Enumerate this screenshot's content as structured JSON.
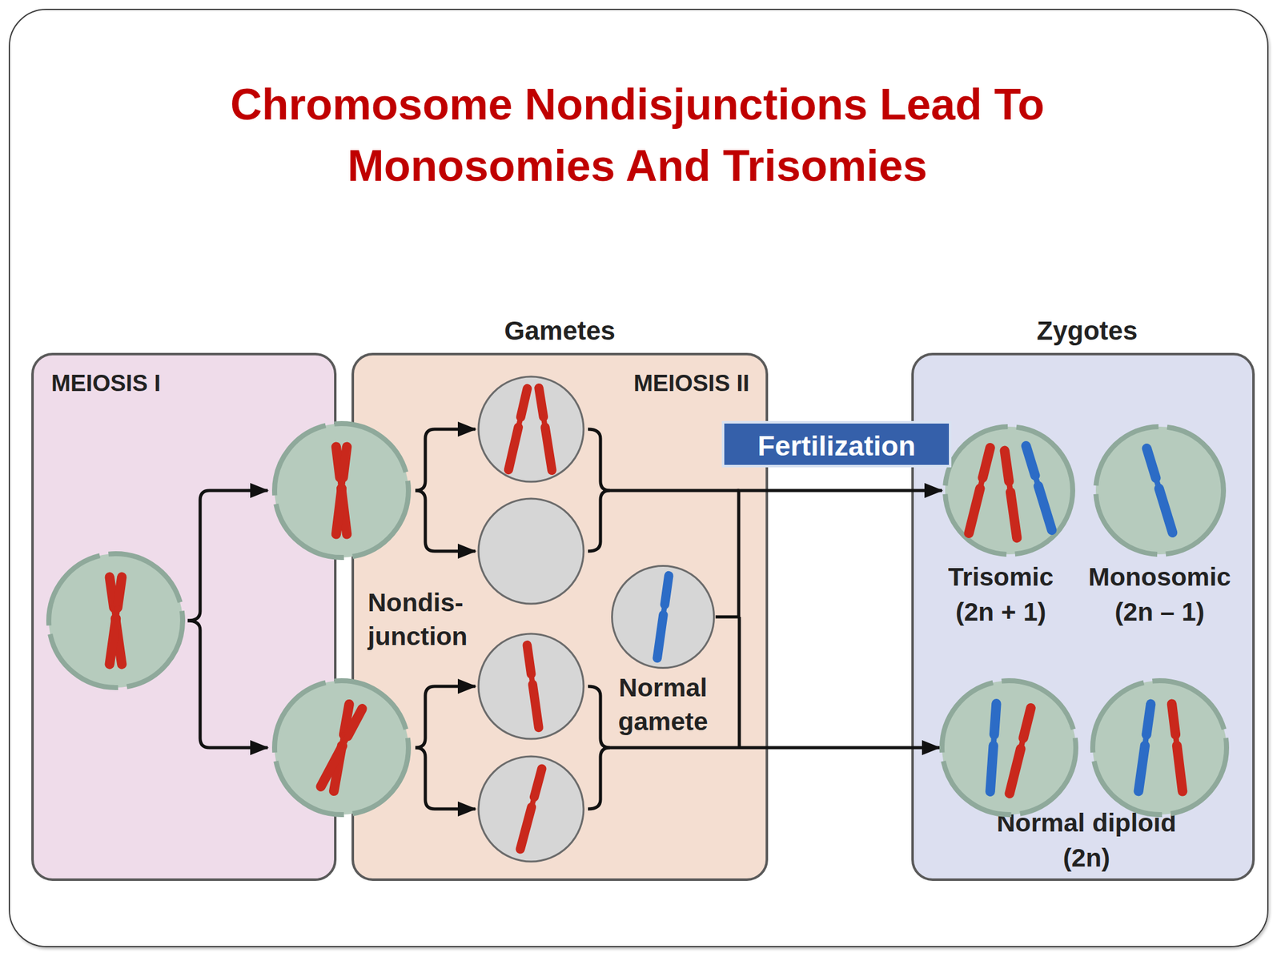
{
  "diagram": {
    "title": "Chromosome Nondisjunctions Lead To Monosomies And Trisomies",
    "nodes": [
      {
        "text": [
          "MEIOSIS I"
        ]
      },
      {
        "text": [
          "Gametes",
          "MEIOSIS II"
        ]
      },
      {
        "text": [
          "Normal gamete"
        ],
        "in": 1
      },
      {
        "text": [
          "Fertilization"
        ]
      },
      {
        "text": [
          "Zygotes"
        ]
      },
      {
        "text": [
          "Trisomic",
          "(2n + 1)"
        ],
        "in": 4
      },
      {
        "text": [
          "Monosomic",
          "(2n – 1)"
        ],
        "in": 4
      }
    ],
    "edges": [
      {
        "from": 2,
        "to": 5,
        "arrow": "to"
      }
    ],
    "labels": [
      "Nondis- junction",
      "Normal diploid",
      "(2n)"
    ]
  }
}
